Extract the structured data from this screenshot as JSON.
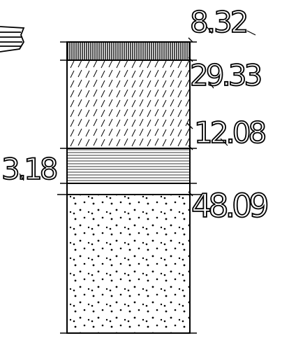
{
  "column": {
    "layers": [
      {
        "name": "top-band",
        "pattern": "vertical-hatch",
        "thickness_label": "8.32"
      },
      {
        "name": "diagonal-layer",
        "pattern": "diagonal-hatch",
        "thickness_label": "29.33"
      },
      {
        "name": "horizontal-layer",
        "pattern": "horizontal-lines",
        "thickness_label": "12.08"
      },
      {
        "name": "thin-layer",
        "pattern": "blank",
        "thickness_label": "3.18"
      },
      {
        "name": "dotted-layer",
        "pattern": "stipple",
        "thickness_label": "48.09"
      }
    ]
  },
  "labels": {
    "top": "8.32",
    "second": "29.33",
    "third": "12.08",
    "left": "3.18",
    "bottom": "48.09"
  },
  "colors": {
    "ink": "#000000",
    "paper": "#ffffff"
  }
}
